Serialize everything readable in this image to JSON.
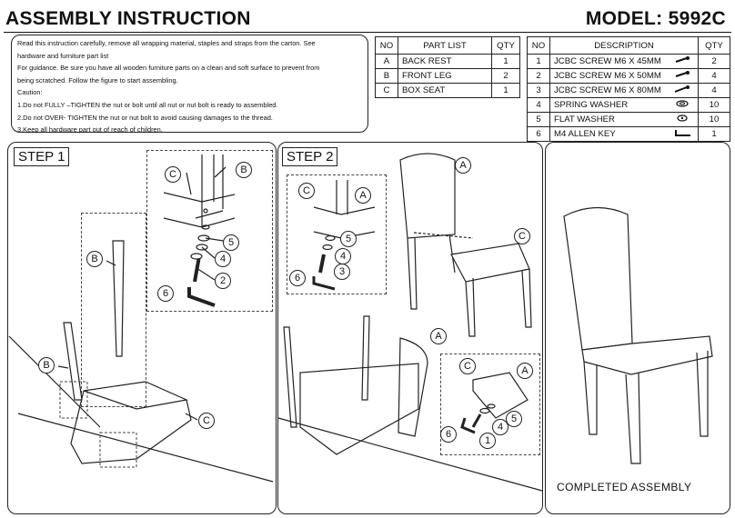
{
  "header": {
    "title": "ASSEMBLY INSTRUCTION",
    "model": "MODEL: 5992C"
  },
  "intro": {
    "lines": [
      "Read this instruction carefully, remove all wrapping material, staples and straps from the carton. See",
      "hardware and furniture part list",
      "For guidance. Be sure you have all wooden furniture parts on a clean and soft surface to prevent from",
      "being scratched. Follow the figure to start assembling.",
      "Caution:",
      "1.Do not FULLY –TIGHTEN the nut or bolt until all nut or nut bolt is ready to assembled.",
      "2.Do not OVER- TIGHTEN the nut or nut bolt to avoid causing damages to the thread.",
      "3.Keep all hardware part out of reach of children."
    ]
  },
  "parts_table": {
    "headers": [
      "NO",
      "PART LIST",
      "QTY"
    ],
    "rows": [
      [
        "A",
        "BACK REST",
        "1"
      ],
      [
        "B",
        "FRONT LEG",
        "2"
      ],
      [
        "C",
        "BOX SEAT",
        "1"
      ]
    ]
  },
  "hardware_table": {
    "headers": [
      "NO",
      "DESCRIPTION",
      "QTY"
    ],
    "rows": [
      {
        "no": "1",
        "desc": "JCBC SCREW M6 X 45MM",
        "qty": "2",
        "icon": "screw-icon"
      },
      {
        "no": "2",
        "desc": "JCBC SCREW M6 X 50MM",
        "qty": "4",
        "icon": "screw-icon"
      },
      {
        "no": "3",
        "desc": "JCBC SCREW M6 X 80MM",
        "qty": "4",
        "icon": "screw-icon"
      },
      {
        "no": "4",
        "desc": "SPRING WASHER",
        "qty": "10",
        "icon": "spring-washer-icon"
      },
      {
        "no": "5",
        "desc": "FLAT WASHER",
        "qty": "10",
        "icon": "flat-washer-icon"
      },
      {
        "no": "6",
        "desc": "M4 ALLEN KEY",
        "qty": "1",
        "icon": "allen-key-icon"
      }
    ]
  },
  "steps": {
    "step1": "STEP 1",
    "step2": "STEP 2",
    "completed": "COMPLETED ASSEMBLY"
  },
  "callouts": {
    "A": "A",
    "B": "B",
    "C": "C",
    "n1": "1",
    "n2": "2",
    "n3": "3",
    "n4": "4",
    "n5": "5",
    "n6": "6"
  }
}
